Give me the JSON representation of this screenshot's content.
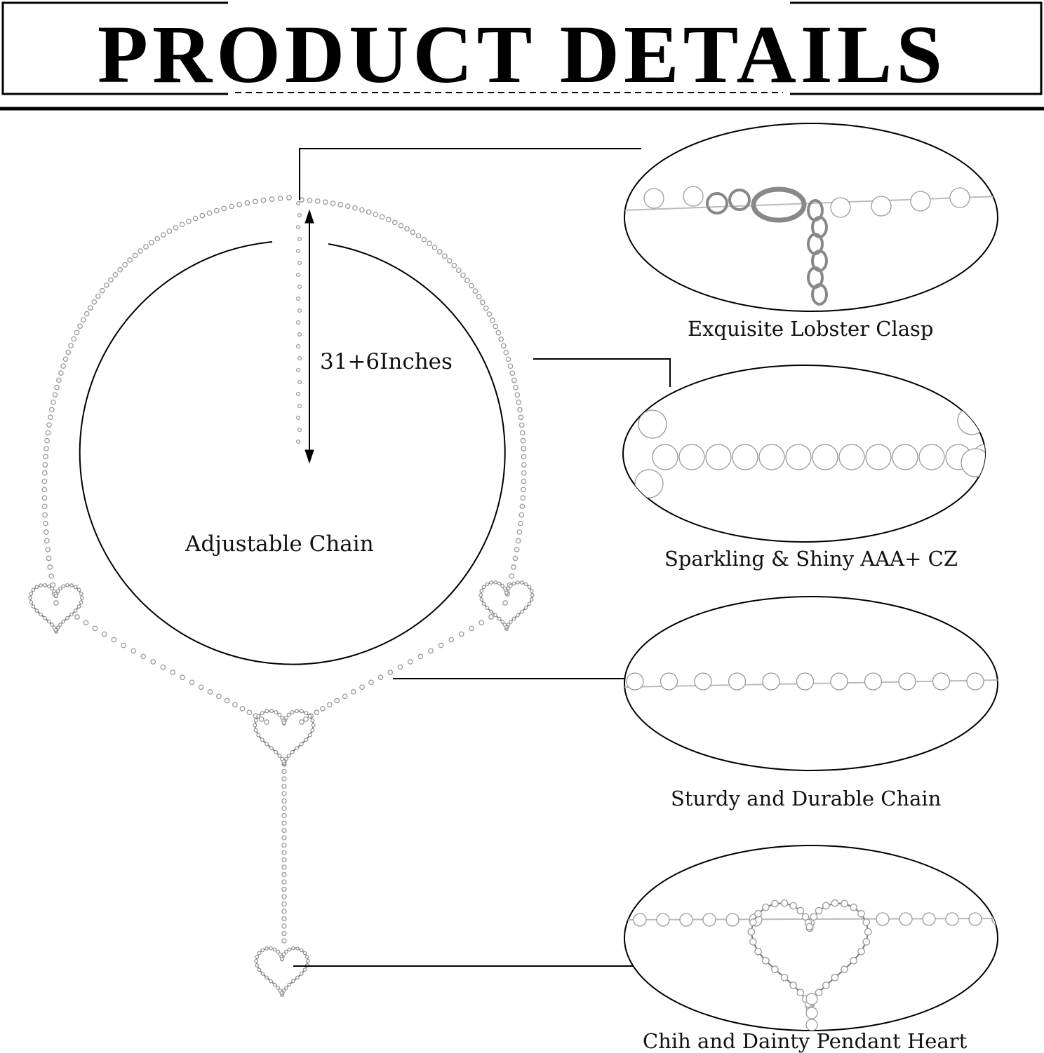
{
  "header": {
    "title": "PRODUCT DETAILS"
  },
  "main": {
    "length_label": "31+6Inches",
    "chain_label": "Adjustable Chain"
  },
  "details": [
    {
      "label": "Exquisite Lobster Clasp"
    },
    {
      "label": "Sparkling & Shiny AAA+ CZ"
    },
    {
      "label": "Sturdy and Durable Chain"
    },
    {
      "label": "Chih and Dainty Pendant Heart"
    }
  ],
  "colors": {
    "ink": "#000000",
    "silver": "#9a9a9a",
    "background": "#ffffff"
  }
}
